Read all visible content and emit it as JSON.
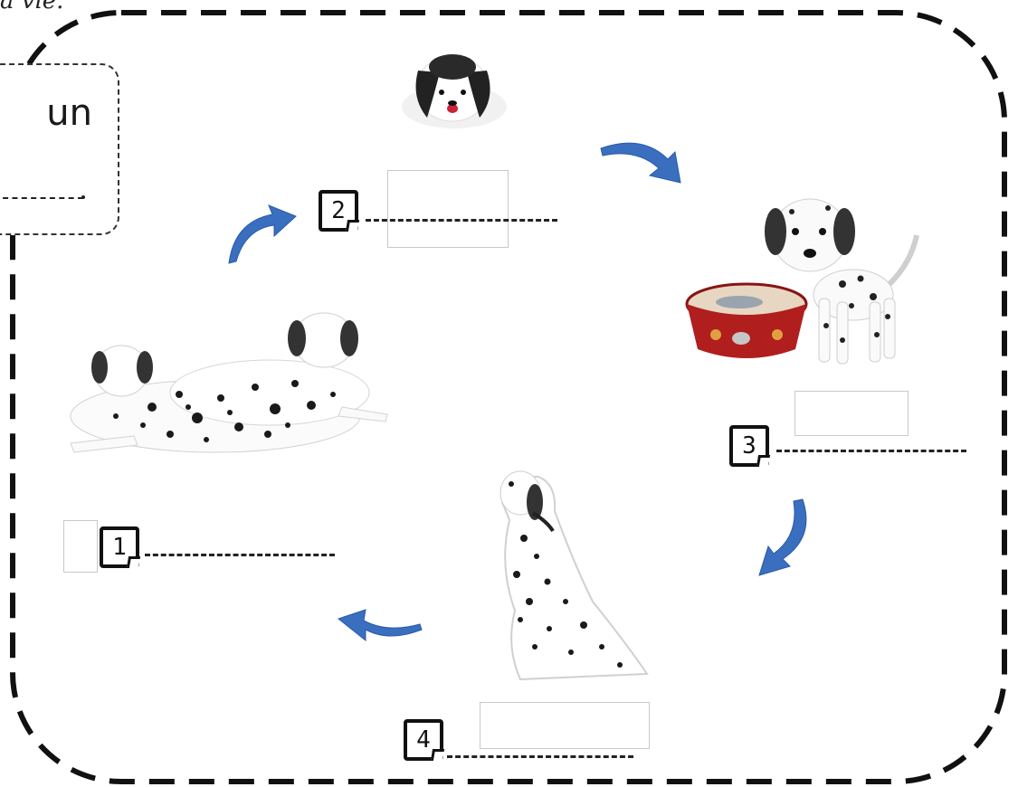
{
  "header": {
    "fragment_text": "a vie."
  },
  "callout": {
    "word": "un"
  },
  "steps": [
    {
      "number": "1",
      "label": "",
      "image": "dalmatian-lying-icon"
    },
    {
      "number": "2",
      "label": "",
      "image": "puppy-icon"
    },
    {
      "number": "3",
      "label": "",
      "image": "young-dalmatian-with-bowl-icon"
    },
    {
      "number": "4",
      "label": "",
      "image": "old-dalmatian-sitting-icon"
    }
  ],
  "colors": {
    "arrow": "#3a6fbf",
    "frame": "#111111",
    "bowl": "#b01e1e"
  },
  "icons": [
    "cycle-arrow-icon",
    "puppy-icon",
    "dalmatian-icon",
    "dog-bowl-icon"
  ]
}
